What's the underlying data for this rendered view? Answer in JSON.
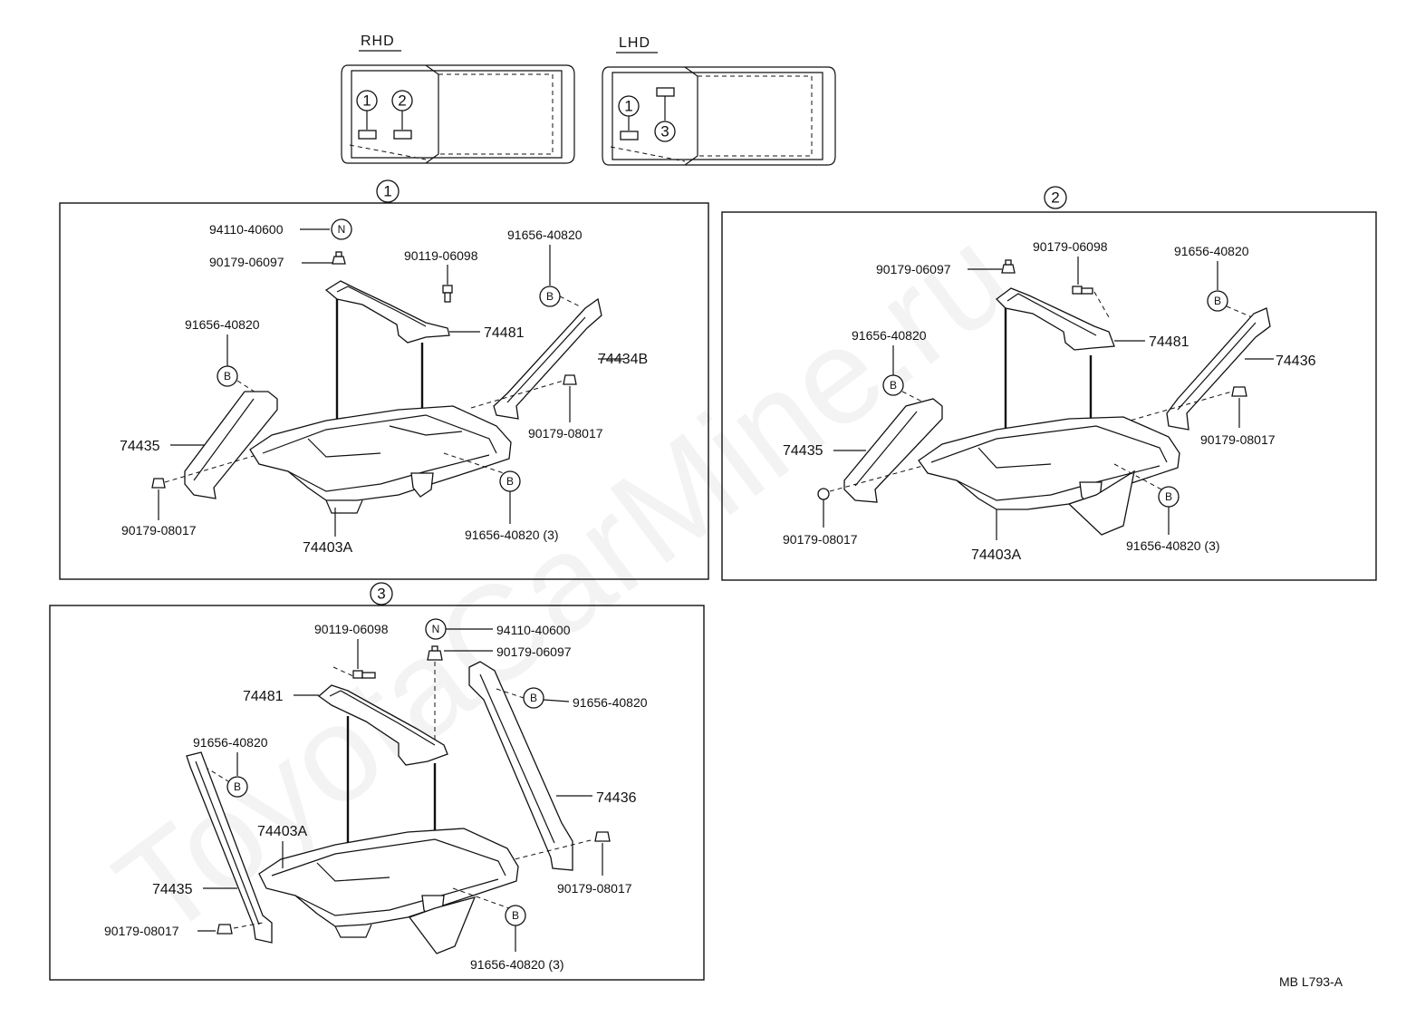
{
  "watermark": "ToyotaCarMine.ru",
  "footer_code": "MB  L793-A",
  "locator": {
    "rhd_label": "RHD",
    "lhd_label": "LHD",
    "rhd_markers": [
      "1",
      "2"
    ],
    "lhd_markers": [
      "1",
      "3"
    ]
  },
  "panel1": {
    "number": "1",
    "labels": {
      "nut_n": "94110-40600",
      "nut_top": "90179-06097",
      "bolt": "90119-06098",
      "bolt_b_right": "91656-40820",
      "clamp": "74481",
      "bolt_b_left": "91656-40820",
      "stay_right": "74434B",
      "nut_right": "90179-08017",
      "stay_left": "74435",
      "nut_left": "90179-08017",
      "tray": "74403A",
      "bolt_b_bottom": "91656-40820 (3)"
    },
    "markers": {
      "n": "N",
      "b": "B"
    }
  },
  "panel2": {
    "number": "2",
    "labels": {
      "bolt": "90179-06098",
      "nut_top": "90179-06097",
      "bolt_b_right": "91656-40820",
      "clamp": "74481",
      "bolt_b_left": "91656-40820",
      "stay_right": "74436",
      "nut_right": "90179-08017",
      "stay_left": "74435",
      "nut_left": "90179-08017",
      "tray": "74403A",
      "bolt_b_bottom": "91656-40820 (3)"
    },
    "markers": {
      "b": "B"
    }
  },
  "panel3": {
    "number": "3",
    "labels": {
      "bolt": "90119-06098",
      "nut_n": "94110-40600",
      "nut_top": "90179-06097",
      "clamp": "74481",
      "bolt_b_right": "91656-40820",
      "bolt_b_left": "91656-40820",
      "stay_right": "74436",
      "tray": "74403A",
      "stay_left": "74435",
      "nut_right": "90179-08017",
      "nut_left": "90179-08017",
      "bolt_b_bottom": "91656-40820 (3)"
    },
    "markers": {
      "n": "N",
      "b": "B"
    }
  }
}
